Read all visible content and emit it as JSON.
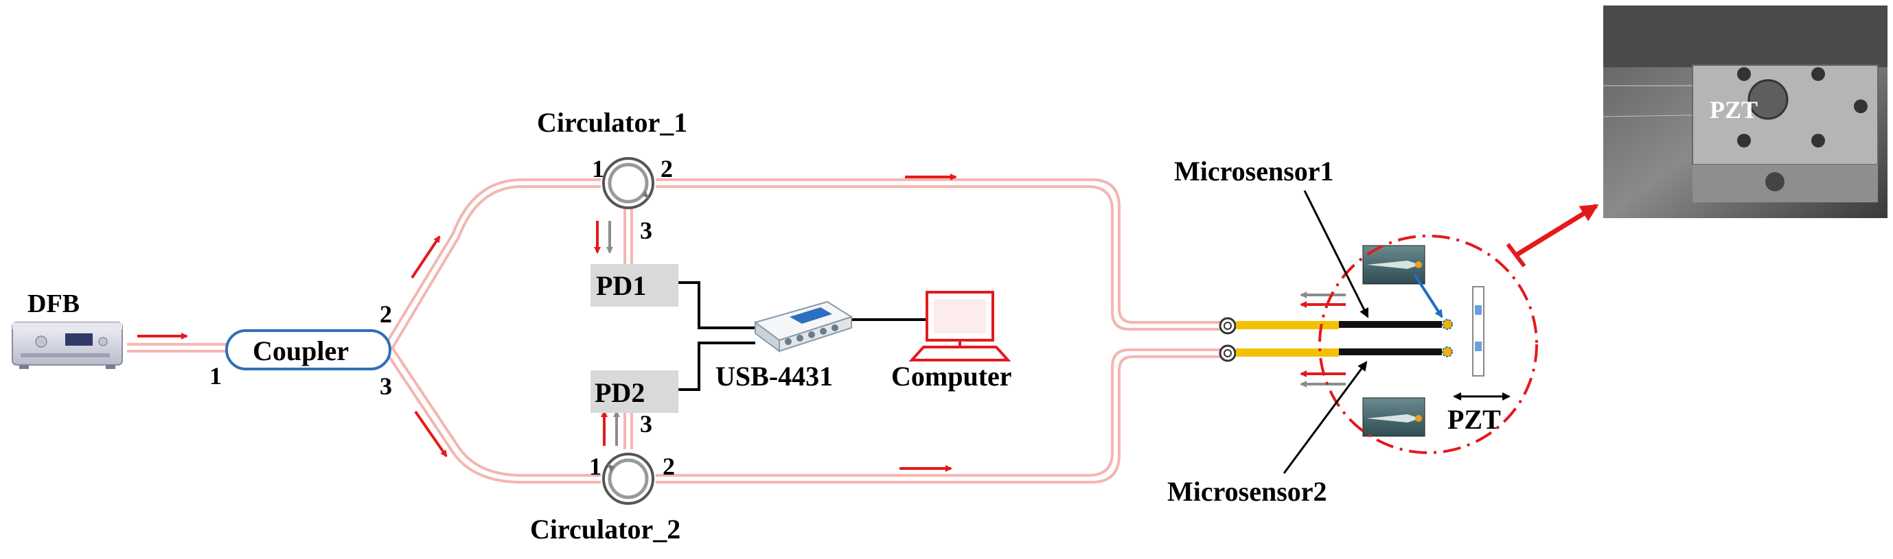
{
  "labels": {
    "dfb": "DFB",
    "coupler": "Coupler",
    "coupler_port1": "1",
    "coupler_port2": "2",
    "coupler_port3": "3",
    "circulator1": "Circulator_1",
    "circulator2": "Circulator_2",
    "circ1_port1": "1",
    "circ1_port2": "2",
    "circ1_port3": "3",
    "circ2_port1": "1",
    "circ2_port2": "2",
    "circ2_port3": "3",
    "pd1": "PD1",
    "pd2": "PD2",
    "daq": "USB-4431",
    "computer": "Computer",
    "microsensor1": "Microsensor1",
    "microsensor2": "Microsensor2",
    "pzt": "PZT",
    "pzt_photo": "PZT"
  },
  "colors": {
    "fiber": "#f4b6b0",
    "arrow_red": "#e31a1c",
    "arrow_gray": "#8c8c8c",
    "coupler_outline": "#2f6fb7",
    "pd_fill": "#d9d9d9",
    "sensor_fiber": "#f2c200",
    "dash_circle": "#e31a1c",
    "leader_blue": "#1f6fc0"
  }
}
